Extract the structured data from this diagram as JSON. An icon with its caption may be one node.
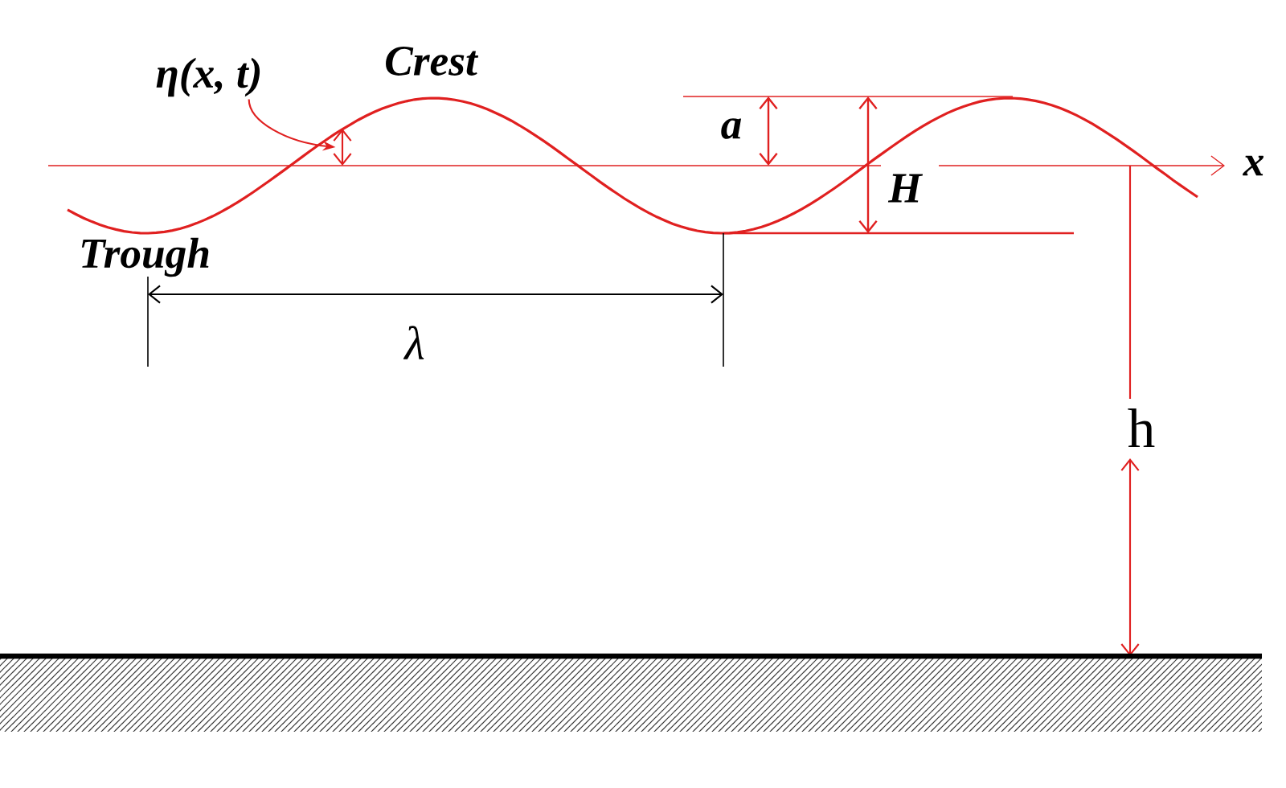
{
  "diagram": {
    "nodes": [
      {
        "text": [
          "η(x, t)"
        ]
      },
      {
        "text": [],
        "shape": "bar"
      }
    ],
    "edges": [
      {
        "from": 0,
        "to": 1,
        "arrow": "to",
        "color": "#e02020"
      }
    ],
    "labels": [
      "Crest",
      "a",
      "H",
      "x",
      "Trough",
      "λ",
      "h"
    ]
  }
}
